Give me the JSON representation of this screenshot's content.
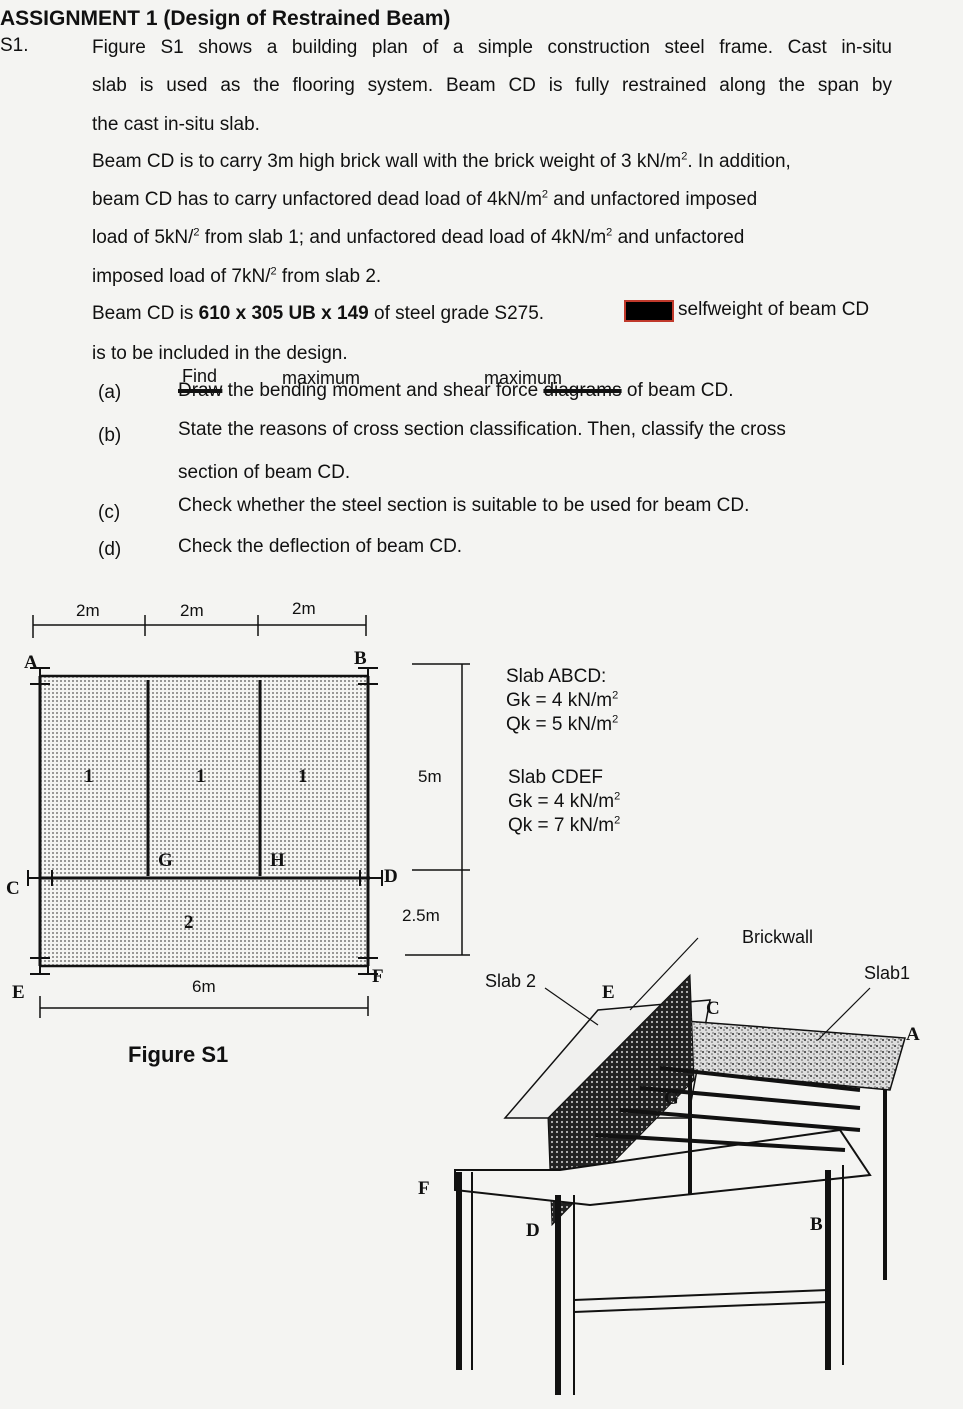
{
  "header": {
    "title": "ASSIGNMENT 1 (Design of Restrained Beam)",
    "question_number": "S1."
  },
  "body": {
    "p1": [
      "Figure S1 shows a building plan of a simple construction steel frame. Cast in-situ",
      "slab is used as the flooring system. Beam CD is fully restrained along the span by",
      "the cast in-situ slab."
    ],
    "p2_l1_a": "Beam CD is to carry 3m high brick wall with the brick weight of 3 kN/m",
    "p2_l1_b": ". In addition,",
    "p2_l2_a": "beam CD has to carry unfactored dead load of 4kN/m",
    "p2_l2_b": " and unfactored imposed",
    "p2_l3_a": "load of 5kN/",
    "p2_l3_b": " from slab 1; and unfactored dead load of 4kN/m",
    "p2_l3_c": " and unfactored",
    "p2_l4_a": "imposed load of 7kN/",
    "p2_l4_b": " from slab 2.",
    "sup2": "2",
    "p3_l1_a": "Beam CD is ",
    "p3_l1_bold": "610 x 305 UB x 149",
    "p3_l1_b": " of steel grade S275.",
    "p3_l1_c": "selfweight of beam CD",
    "p3_l2": "is to be included in the design."
  },
  "items": [
    {
      "label": "(a)",
      "struck": "Draw",
      "text_a": " the bending moment and shear force ",
      "struck2": "diagrams",
      "text_b": " of beam CD."
    },
    {
      "label": "(b)",
      "line1": "State the reasons of cross section classification. Then, classify the cross",
      "line2": "section of beam CD."
    },
    {
      "label": "(c)",
      "text": "Check whether the steel section is suitable to be used for beam CD."
    },
    {
      "label": "(d)",
      "text": "Check the deflection of beam CD."
    }
  ],
  "handwriting": {
    "find": "Find",
    "maximum_1": "maximum",
    "maximum_2": "maximum"
  },
  "plan": {
    "dims_top": [
      "2m",
      "2m",
      "2m"
    ],
    "dim_bottom": "6m",
    "dim_right_1": "5m",
    "dim_right_2": "2.5m",
    "labels": {
      "A": "A",
      "B": "B",
      "C": "C",
      "D": "D",
      "E": "E",
      "F": "F",
      "G": "G",
      "H": "H"
    },
    "slab_numbers": [
      "1",
      "1",
      "1",
      "2"
    ],
    "caption": "Figure S1"
  },
  "slab_info": {
    "abcd_title": "Slab ABCD:",
    "abcd_gk_a": "Gk = 4 kN/m",
    "abcd_qk_a": "Qk = 5 kN/m",
    "cdef_title": "Slab CDEF",
    "cdef_gk_a": "Gk = 4 kN/m",
    "cdef_qk_a": "Qk = 7 kN/m"
  },
  "iso": {
    "brickwall": "Brickwall",
    "slab1": "Slab1",
    "slab2": "Slab 2",
    "labels": {
      "A": "A",
      "B": "B",
      "C": "C",
      "D": "D",
      "E": "E",
      "F": "F",
      "G": "G"
    }
  }
}
